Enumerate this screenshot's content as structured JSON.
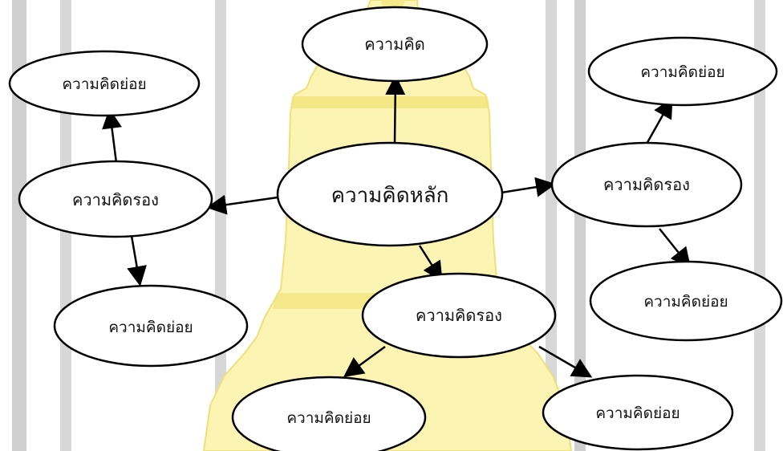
{
  "nodes": {
    "main": "ความคิดหลัก",
    "top": "ความคิด",
    "left_sub": "ความคิดรอง",
    "right_sub": "ความคิดรอง",
    "bottom_sub": "ความคิดรอง",
    "left_top_detail": "ความคิดย่อย",
    "left_bottom_detail": "ความคิดย่อย",
    "right_top_detail": "ความคิดย่อย",
    "right_bottom_detail": "ความคิดย่อย",
    "bottom_left_detail": "ความคิดย่อย",
    "bottom_right_detail": "ความคิดย่อย"
  },
  "colors": {
    "watermark_gray": "#c8c8c8",
    "watermark_yellow": "#fbf4b3",
    "watermark_yellow_stroke": "#f1e37a",
    "stroke": "#000000"
  }
}
